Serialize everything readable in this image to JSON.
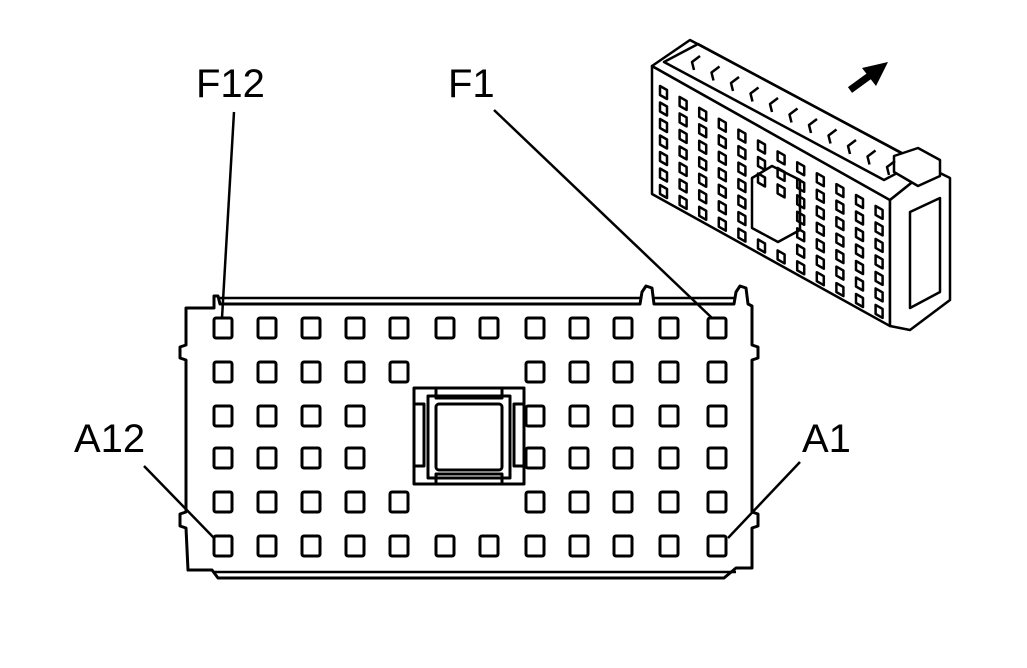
{
  "labels": {
    "f12": "F12",
    "f1": "F1",
    "a12": "A12",
    "a1": "A1"
  },
  "connector_face": {
    "rows": 6,
    "cols": 12
  },
  "icons": {
    "direction": "arrow-up-right-icon"
  },
  "colors": {
    "line": "#000000",
    "background": "#ffffff"
  }
}
